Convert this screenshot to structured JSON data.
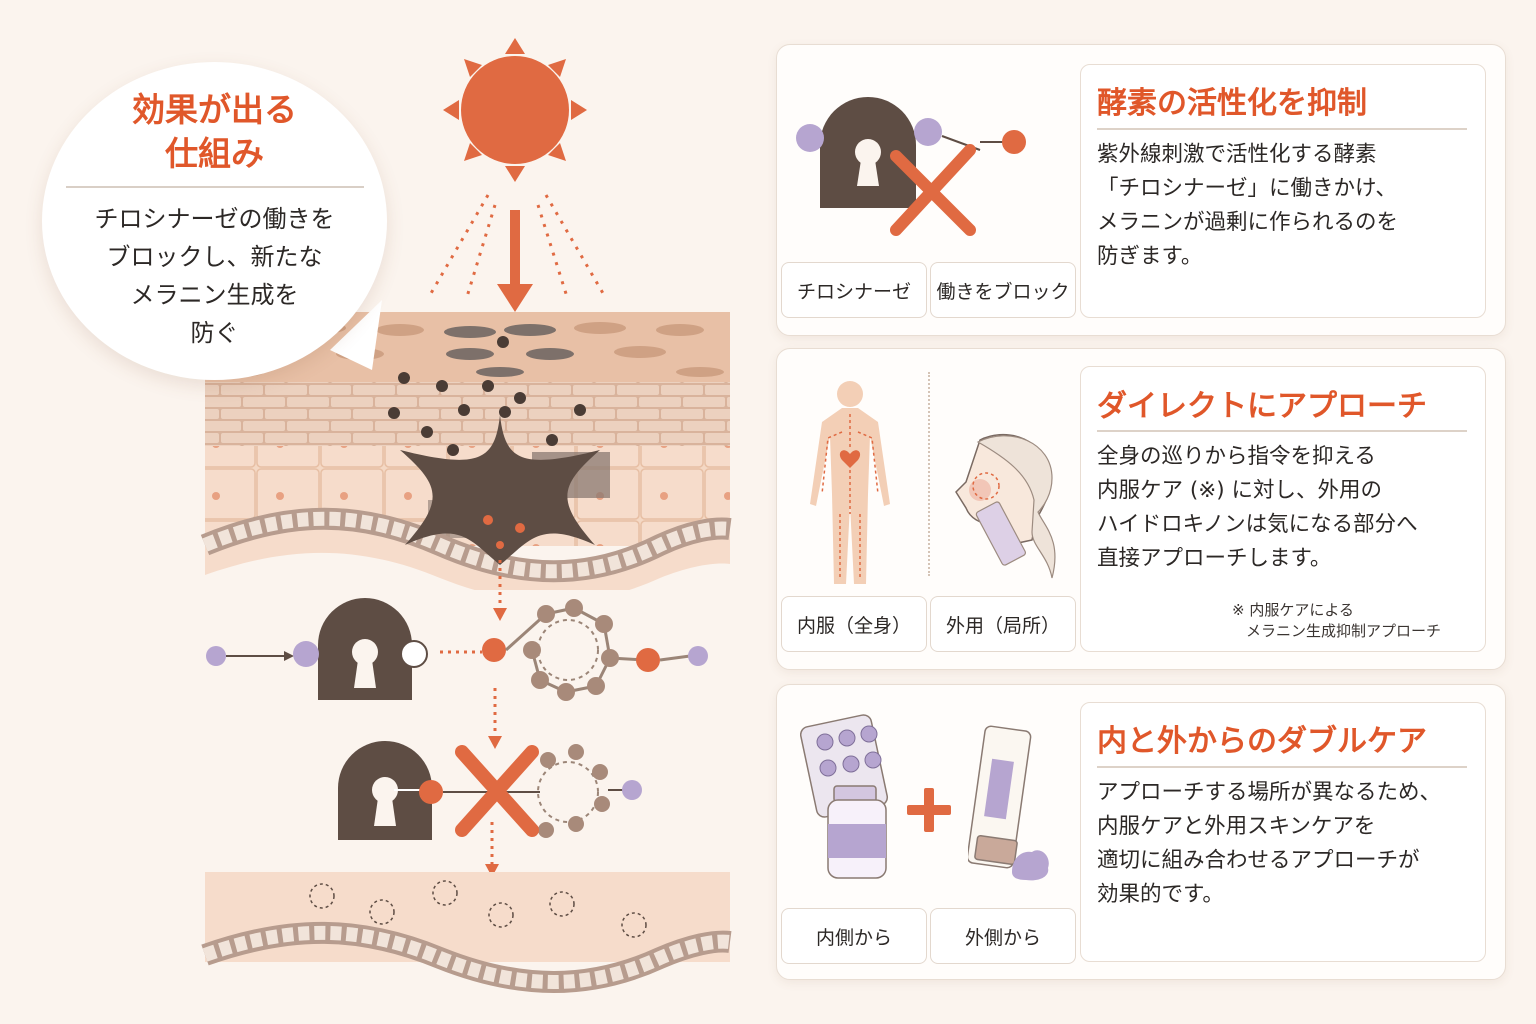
{
  "bubble": {
    "title_line1": "効果が出る",
    "title_line2": "仕組み",
    "body_line1": "チロシナーゼの働きを",
    "body_line2": "ブロックし、新たな",
    "body_line3": "メラニン生成を",
    "body_line4": "防ぐ"
  },
  "cards": [
    {
      "title": "酵素の活性化を抑制",
      "body": [
        "紫外線刺激で活性化する酵素",
        "「チロシナーゼ」に働きかけ、",
        "メラニンが過剰に作られるのを",
        "防ぎます。"
      ],
      "labels": [
        "チロシナーゼ",
        "働きをブロック"
      ]
    },
    {
      "title": "ダイレクトにアプローチ",
      "body": [
        "全身の巡りから指令を抑える",
        "内服ケア (※) に対し、外用の",
        "ハイドロキノンは気になる部分へ",
        "直接アプローチします。"
      ],
      "note": [
        "※ 内服ケアによる",
        "メラニン生成抑制アプローチ"
      ],
      "labels": [
        "内服（全身）",
        "外用（局所）"
      ]
    },
    {
      "title": "内と外からのダブルケア",
      "body": [
        "アプローチする場所が異なるため、",
        "内服ケアと外用スキンケアを",
        "適切に組み合わせるアプローチが",
        "効果的です。"
      ],
      "labels": [
        "内側から",
        "外側から"
      ]
    }
  ],
  "colors": {
    "accent": "#e0572a",
    "sun": "#e06a42",
    "lock": "#5e4d44",
    "purple": "#b6a5d0",
    "skin": "#f3cfb6"
  }
}
